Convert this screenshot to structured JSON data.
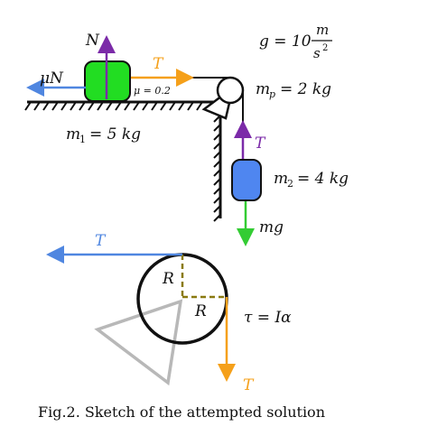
{
  "labels": {
    "normal": "N",
    "friction": "μN",
    "tension_top": "T",
    "mu": "μ = 0.2",
    "g_lhs": "g = 10",
    "g_num": "m",
    "g_den": "s",
    "g_exp": "2",
    "mp_lhs": "m",
    "mp_sub": "p",
    "mp_rhs": "= 2 kg",
    "m1_lhs": "m",
    "m1_sub": "1",
    "m1_rhs": "= 5 kg",
    "tension_vertical": "T",
    "m2_lhs": "m",
    "m2_sub": "2",
    "m2_rhs": "= 4 kg",
    "weight": "mg",
    "tension_left": "T",
    "radius_top": "R",
    "radius_right": "R",
    "torque_eq": "τ = Iα",
    "tension_down": "T"
  },
  "caption": "Fig.2.  Sketch of the attempted solution",
  "colors": {
    "block1": "#22dd22",
    "block2": "#4f86f0",
    "normal_arrow": "#7b2aa8",
    "tension_orange": "#f5a01a",
    "tension_blue": "#4f86e0",
    "weight_arrow": "#33cc33",
    "radius_dash": "#8a7a10",
    "pulley_ghost": "#b8b8b8"
  }
}
